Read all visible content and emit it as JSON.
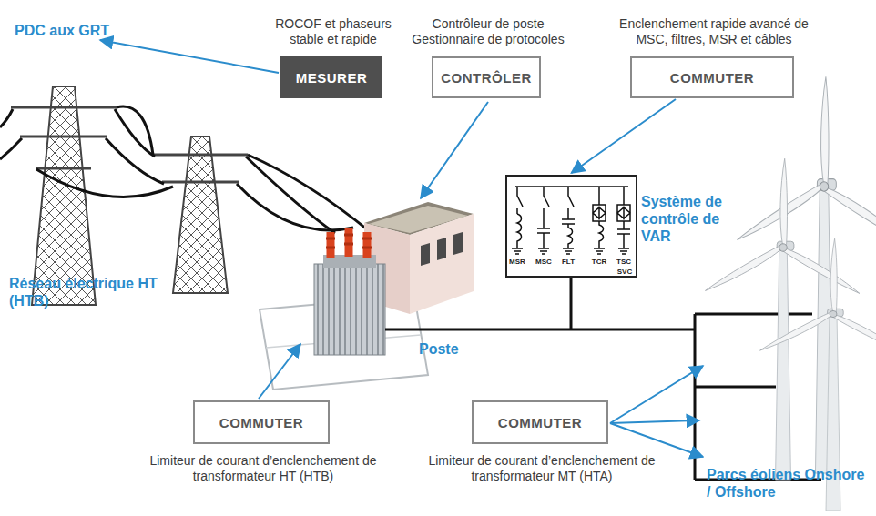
{
  "diagram": {
    "nodes": [
      {
        "text": [
          "ROCOF et phaseurs stable et rapide",
          "MESURER"
        ]
      },
      {
        "text": [
          "Contrôleur de poste Gestionnaire de protocoles",
          "CONTRÔLER"
        ]
      },
      {
        "text": [
          "Enclenchement rapide avancé de MSC, filtres, MSR et câbles",
          "COMMUTER"
        ]
      },
      {
        "text": [
          "Système de contrôle de VAR"
        ]
      },
      {
        "text": [
          "COMMUTER",
          "Limiteur de courant d’enclenchement de transformateur HT (HTB)"
        ]
      },
      {
        "text": [
          "COMMUTER",
          "Limiteur de courant d’enclenchement de transformateur MT (HTA)"
        ]
      }
    ],
    "edges": [
      {
        "from": 2,
        "to": 3,
        "arrow": "to"
      }
    ],
    "labels": [
      "PDC aux GRT",
      "Réseau électrique HT (HTB)",
      "Poste",
      "MSR",
      "MSC",
      "FLT",
      "TCR",
      "TSC",
      "SVC",
      "Parcs éoliens Onshore / Offshore"
    ]
  }
}
